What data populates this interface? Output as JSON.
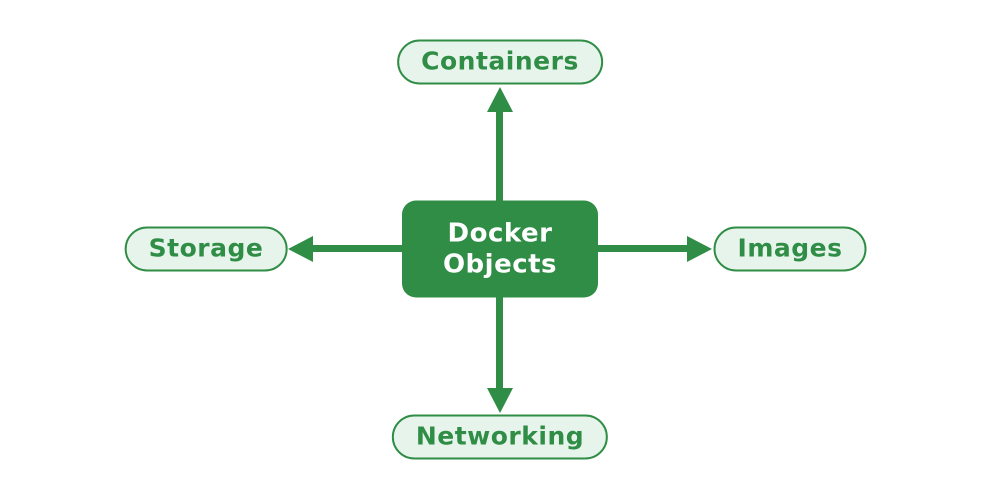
{
  "diagram": {
    "center": {
      "label": "Docker Objects",
      "lines": [
        "Docker",
        "Objects"
      ]
    },
    "nodes": [
      {
        "id": "containers",
        "label": "Containers",
        "position": "top"
      },
      {
        "id": "images",
        "label": "Images",
        "position": "right"
      },
      {
        "id": "networking",
        "label": "Networking",
        "position": "bottom"
      },
      {
        "id": "storage",
        "label": "Storage",
        "position": "left"
      }
    ],
    "edges": [
      {
        "from": "docker-objects",
        "to": "containers",
        "direction": "up"
      },
      {
        "from": "docker-objects",
        "to": "images",
        "direction": "right"
      },
      {
        "from": "docker-objects",
        "to": "networking",
        "direction": "down"
      },
      {
        "from": "docker-objects",
        "to": "storage",
        "direction": "left"
      }
    ],
    "colors": {
      "accent_green": "#2F8D46",
      "pill_fill": "#E7F4EB",
      "center_text": "#FFFFFF",
      "background": "#FFFFFF"
    }
  }
}
